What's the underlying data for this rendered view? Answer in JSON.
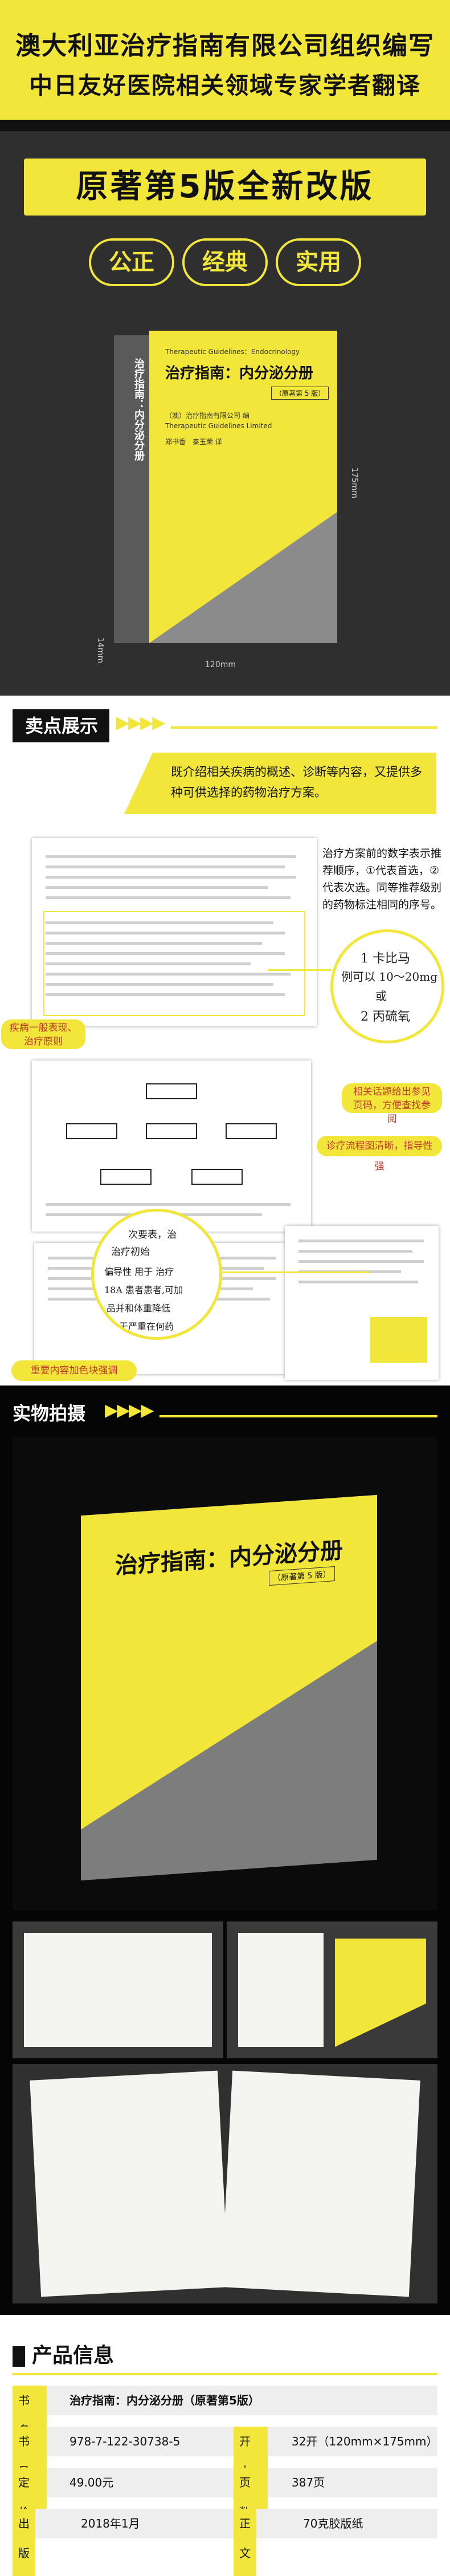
{
  "hero": {
    "line1": "澳大利亚治疗指南有限公司组织编写",
    "line2": "中日友好医院相关领域专家学者翻译",
    "banner": "原著第5版全新改版",
    "pills": [
      "公正",
      "经典",
      "实用"
    ],
    "book": {
      "subtitle": "Therapeutic Guidelines：Endocrinology",
      "title": "治疗指南：内分泌分册",
      "edition_tag": "（原著第 5 版）",
      "authors": [
        "（澳）治疗指南有限公司 编",
        "Therapeutic Guidelines Limited",
        "郑书香　秦玉荣 译"
      ],
      "spine": "治疗指南：内分泌分册",
      "dim_height": "175mm",
      "dim_width": "120mm",
      "dim_depth": "14mm"
    },
    "colors": {
      "accent": "#f2e63a",
      "dark": "#2f2f2f"
    }
  },
  "selling": {
    "tag": "卖点展示",
    "intro": "既介绍相关疾病的概述、诊断等内容，又提供多种可供选择的药物治疗方案。",
    "note_priority": "治疗方案前的数字表示推荐顺序，①代表首选，②代表次选。同等推荐级别的药物标注相同的序号。",
    "circle1_lines": [
      "1 卡比马",
      "例可以 10～20mg",
      "或",
      "2 丙硫氧"
    ],
    "pill_left": "疾病一般表现、治疗原则",
    "pill_related": "相关话题给出参见页码，方便查找参阅",
    "pill_flow": "诊疗流程图清晰，指导性强",
    "circle2_lines": [
      "次要表，治",
      "治疗初始",
      "偏导性 用于 治疗",
      "18A 患者患者,可加",
      "品并和体重降低",
      "于严重在何药"
    ],
    "pill_highlight": "重要内容加色块强调"
  },
  "photos": {
    "tag": "实物拍摄"
  },
  "info": {
    "title": "产品信息",
    "rows": [
      [
        {
          "label": "书　名",
          "value": "治疗指南：内分泌分册（原著第5版）"
        }
      ],
      [
        {
          "label": "书　号",
          "value": "978-7-122-30738-5"
        },
        {
          "label": "开　本",
          "value": "32开（120mm×175mm）"
        }
      ],
      [
        {
          "label": "定　价",
          "value": "49.00元"
        },
        {
          "label": "页　数",
          "value": "387页"
        }
      ],
      [
        {
          "label": "出版时间",
          "value": "2018年1月"
        },
        {
          "label": "正文纸张",
          "value": "70克胶版纸"
        }
      ]
    ]
  }
}
